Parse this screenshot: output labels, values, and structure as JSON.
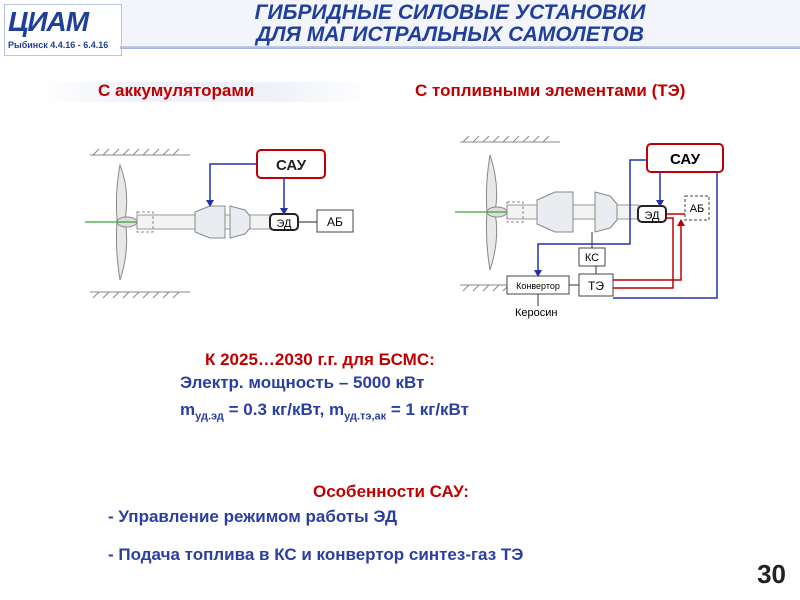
{
  "logo": {
    "text": "ЦИАМ",
    "subtitle": "Рыбинск 4.4.16 - 6.4.16"
  },
  "header": {
    "title_line1": "ГИБРИДНЫЕ СИЛОВЫЕ УСТАНОВКИ",
    "title_line2": "ДЛЯ МАГИСТРАЛЬНЫХ САМОЛЕТОВ"
  },
  "sections": {
    "left_title": "С аккумуляторами",
    "right_title": "С топливными элементами (ТЭ)"
  },
  "diagram_left": {
    "sau": "САУ",
    "ed": "ЭД",
    "ab": "АБ"
  },
  "diagram_right": {
    "sau": "САУ",
    "ed": "ЭД",
    "ab": "АБ",
    "ks": "КС",
    "te": "ТЭ",
    "converter": "Конвертор",
    "kerosene": "Керосин"
  },
  "info": {
    "heading": "К 2025…2030 г.г. для БСМС:",
    "power": "Электр. мощность  –  5000 кВт",
    "mass_m1": "m",
    "mass_sub1": "уд.эд",
    "mass_mid": " = 0.3 кг/кВт, m",
    "mass_sub2": "уд.тэ,ак",
    "mass_end": " = 1 кг/кВт"
  },
  "features": {
    "heading": "Особенности САУ:",
    "item1": "- Управление режимом работы ЭД",
    "item2": "- Подача топлива в КС и конвертор синтез-газ ТЭ"
  },
  "page_number": "30",
  "colors": {
    "brand_blue": "#1f3f9a",
    "accent_red": "#c00000",
    "text_blue": "#2a3fa0"
  }
}
